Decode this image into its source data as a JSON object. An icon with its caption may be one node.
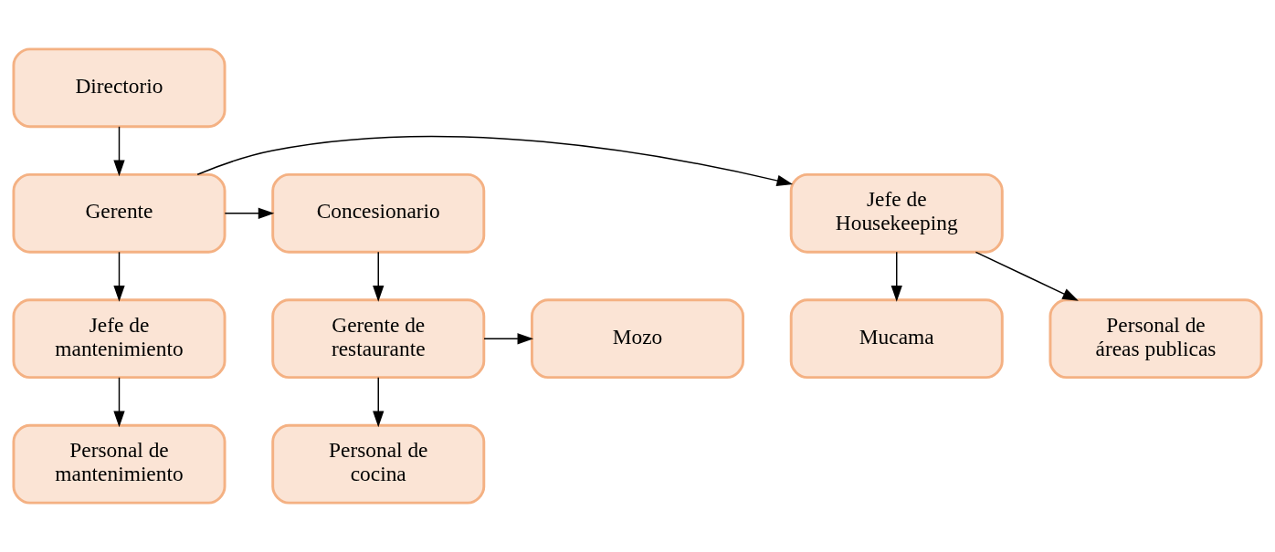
{
  "diagram": {
    "nodes": [
      {
        "text": [
          "Directorio"
        ]
      },
      {
        "text": [
          "Jefe de Housekeeping"
        ]
      },
      {
        "text": [
          "Gerente"
        ]
      },
      {
        "text": [
          "Concesionario"
        ]
      },
      {
        "text": [
          "Jefe de mantenimiento"
        ]
      },
      {
        "text": [
          "Gerente de restaurante"
        ]
      },
      {
        "text": [
          "Mozo"
        ]
      },
      {
        "text": [
          "Personal de áreas publicas"
        ]
      },
      {
        "text": [
          "Mucama"
        ]
      },
      {
        "text": [
          "Personal de mantenimiento"
        ]
      },
      {
        "text": [
          "Personal de cocina"
        ]
      }
    ],
    "edges": [
      {
        "from": 0,
        "to": 2,
        "arrow": "to"
      },
      {
        "from": 2,
        "to": 1,
        "arrow": "to"
      },
      {
        "from": 2,
        "to": 3,
        "arrow": "to"
      },
      {
        "from": 2,
        "to": 4,
        "arrow": "to"
      },
      {
        "from": 3,
        "to": 5,
        "arrow": "to"
      },
      {
        "from": 5,
        "to": 6,
        "arrow": "to"
      },
      {
        "from": 1,
        "to": 7,
        "arrow": "to"
      },
      {
        "from": 1,
        "to": 8,
        "arrow": "to"
      },
      {
        "from": 4,
        "to": 9,
        "arrow": "to"
      },
      {
        "from": 5,
        "to": 10,
        "arrow": "to"
      }
    ]
  }
}
